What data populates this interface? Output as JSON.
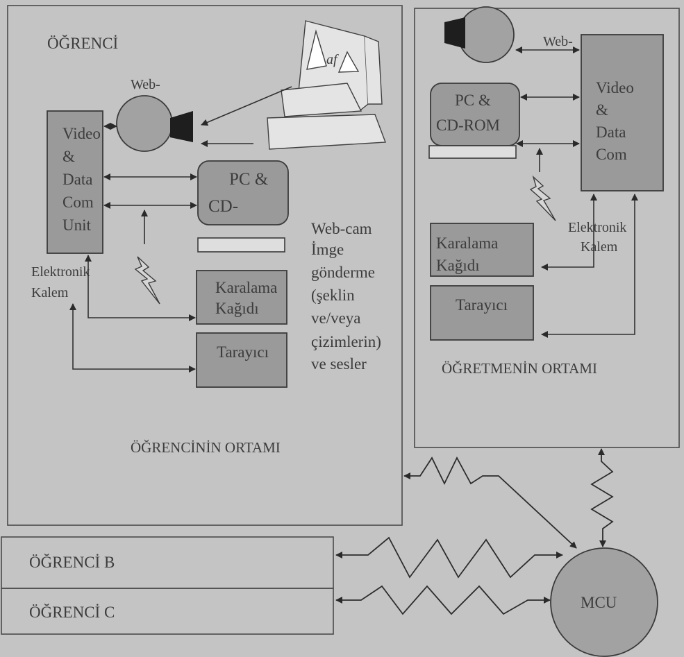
{
  "student": {
    "title": "ÖĞRENCİ",
    "webcam_label": "Web-",
    "video_unit_lines": [
      "Video",
      "&",
      "Data",
      "Com",
      "Unit"
    ],
    "pc_lines": [
      "PC &",
      "CD-"
    ],
    "pen_lines": [
      "Elektronik",
      "Kalem"
    ],
    "notepad_lines": [
      "Karalama",
      "Kağıdı"
    ],
    "scanner_label": "Tarayıcı",
    "send_note_lines": [
      "Web-cam",
      "İmge",
      "gönderme",
      "(şeklin",
      "ve/veya",
      "çizimlerin)",
      "ve sesler"
    ],
    "sketch_text": "af",
    "environment_label": "ÖĞRENCİNİN ORTAMI"
  },
  "teacher": {
    "webcam_label": "Web-",
    "video_unit_lines": [
      "Video",
      "&",
      "Data",
      "Com"
    ],
    "pc_lines": [
      "PC &",
      "CD-ROM"
    ],
    "pen_lines": [
      "Elektronik",
      "Kalem"
    ],
    "notepad_lines": [
      "Karalama",
      "Kağıdı"
    ],
    "scanner_label": "Tarayıcı",
    "environment_label": "ÖĞRETMENİN ORTAMI"
  },
  "others": {
    "student_b": "ÖĞRENCİ B",
    "student_c": "ÖĞRENCİ C"
  },
  "mcu_label": "MCU"
}
